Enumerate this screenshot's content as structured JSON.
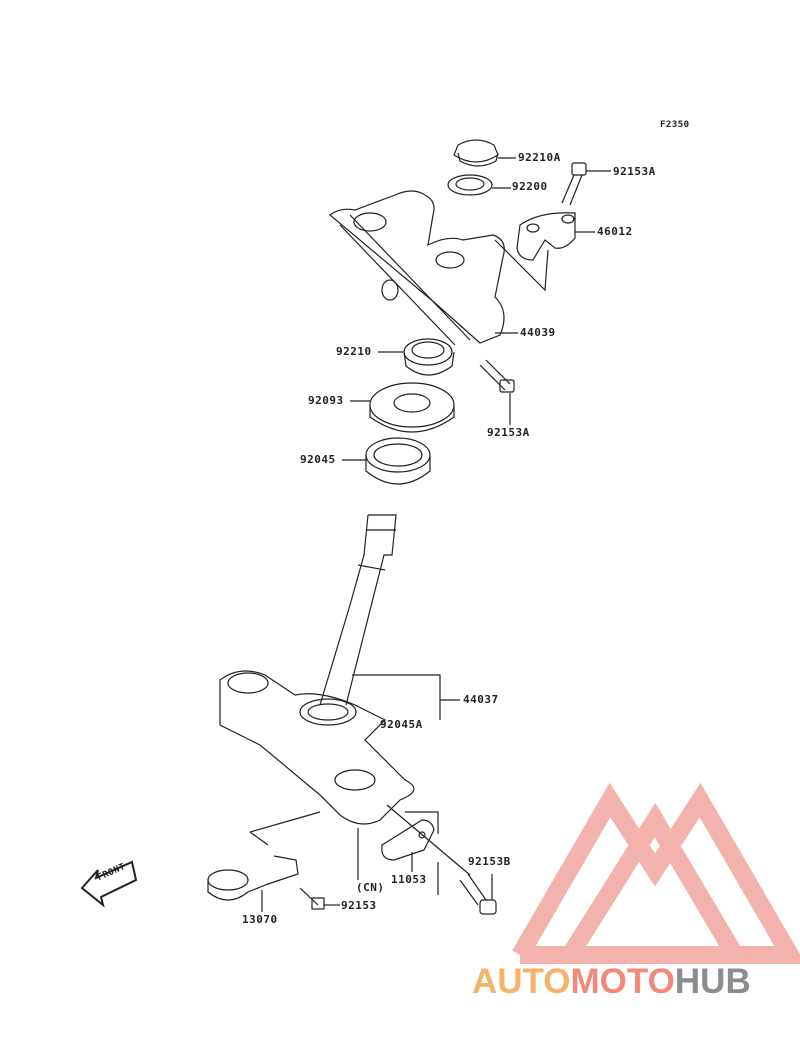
{
  "diagram": {
    "figure_code": "F2350",
    "parts": {
      "p92210A": "92210A",
      "p92153A_top": "92153A",
      "p92200": "92200",
      "p46012": "46012",
      "p44039": "44039",
      "p92210": "92210",
      "p92093": "92093",
      "p92153A_bottom": "92153A",
      "p92045": "92045",
      "p44037": "44037",
      "p92045A": "92045A",
      "p11053": "11053",
      "p92153B": "92153B",
      "cn_note": "(CN)",
      "p92153": "92153",
      "p13070": "13070"
    },
    "front_arrow": "FRONT"
  },
  "watermark": {
    "part1": "AUTO",
    "part2": "MOTO",
    "part3": "HUB",
    "colors": {
      "auto": "#f6b26b",
      "moto": "#f08a7a",
      "hub": "#8c8c8c"
    }
  }
}
